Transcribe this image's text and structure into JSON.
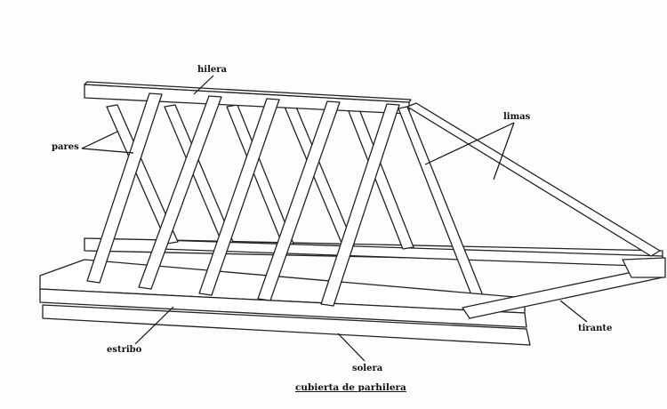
{
  "title": "cubierta de parhilera",
  "labels": {
    "hilera": "hilera",
    "pares": "pares",
    "limas": "limas",
    "tirante": "tirante",
    "estribo": "estribo",
    "solera": "solera"
  }
}
